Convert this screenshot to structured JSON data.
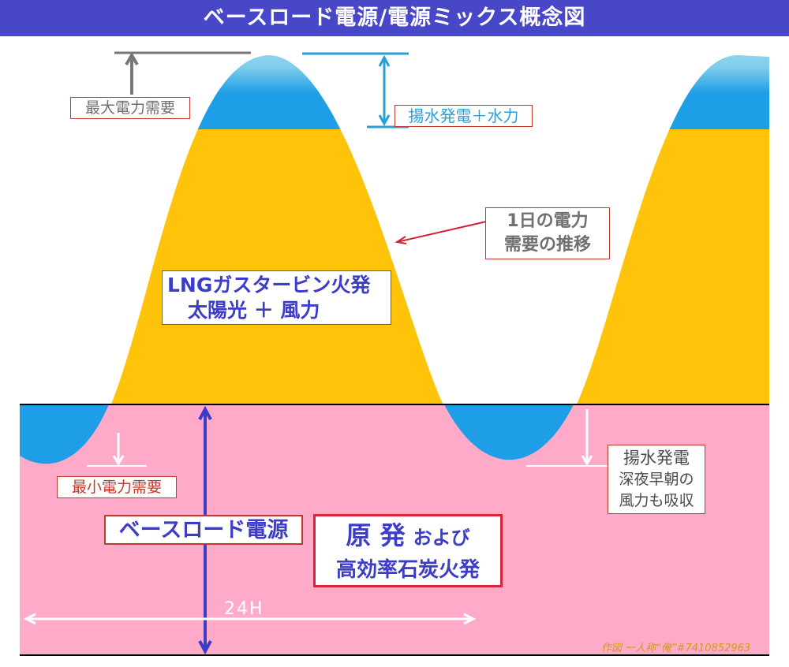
{
  "title": "ベースロード電源/電源ミックス概念図",
  "labels": {
    "max_demand": "最大電力需要",
    "pumped_hydro": "揚水発電＋水力",
    "daily_demand_line1": "1日の電力",
    "daily_demand_line2": "需要の推移",
    "lng_line1": "LNGガスタービン火発",
    "lng_line2": "太陽光 ＋ 風力",
    "min_demand": "最小電力需要",
    "baseload": "ベースロード電源",
    "nuclear_main": "原 発",
    "nuclear_and": "および",
    "coal": "高効率石炭火発",
    "night_line1": "揚水発電",
    "night_line2": "深夜早朝の",
    "night_line3": "風力も吸収",
    "duration": "24H",
    "credit": "作図 一人称“俺”#7410852963"
  },
  "colors": {
    "title_bar": "#4747c8",
    "baseload_pink": "#ffaac8",
    "middle_yellow": "#ffc30a",
    "hydro_blue": "#1e9ee6",
    "peak_light_blue": "#8fd5ec",
    "arrow_red": "#d42030",
    "arrow_blue": "#3c3cc8"
  },
  "icons": {
    "up_arrow": "up-arrow-icon",
    "down_arrow": "down-arrow-icon",
    "double_arrow": "double-arrow-icon"
  }
}
